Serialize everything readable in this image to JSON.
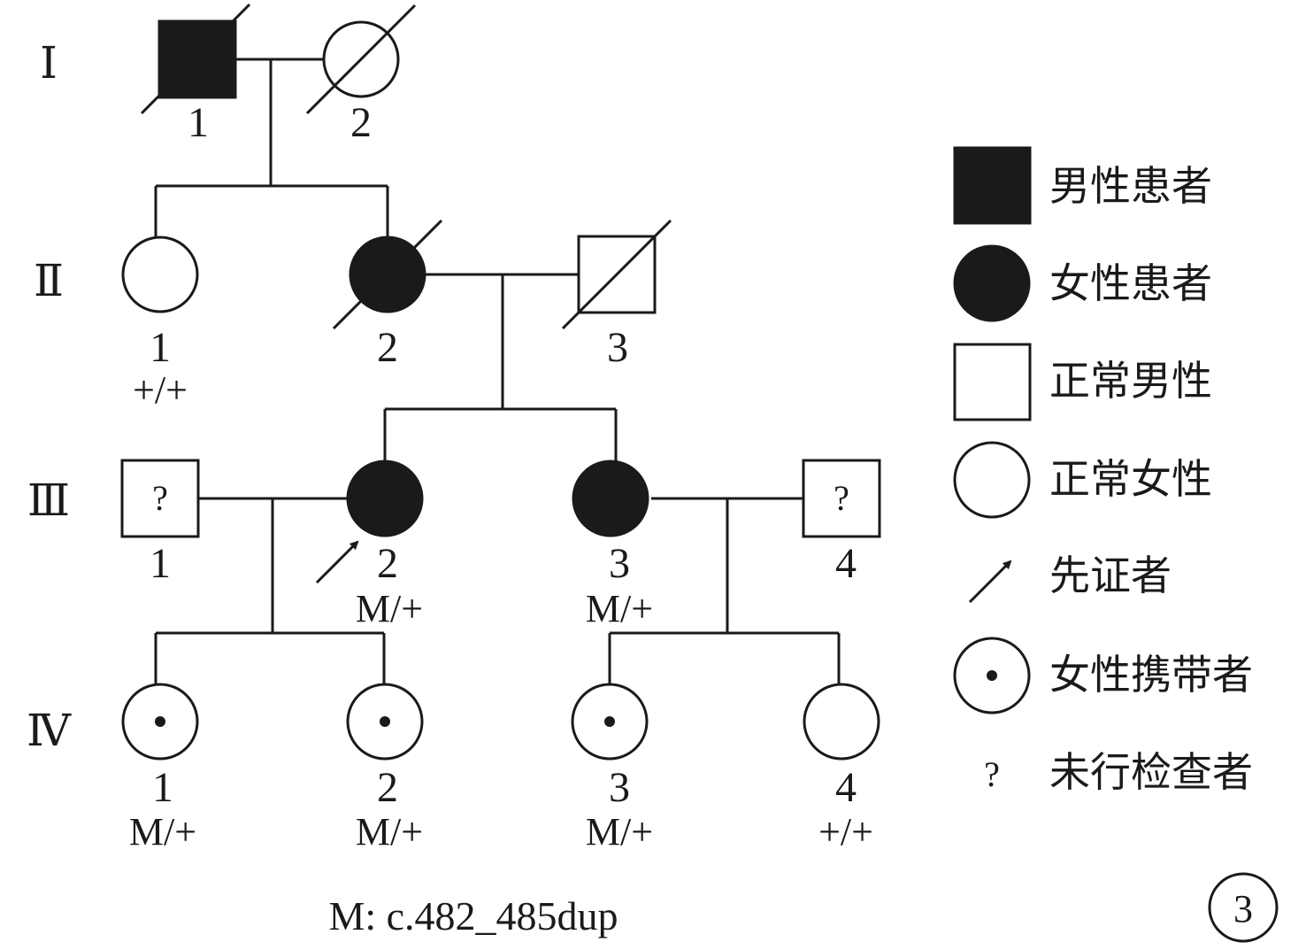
{
  "generations": [
    "Ⅰ",
    "Ⅱ",
    "Ⅲ",
    "Ⅳ"
  ],
  "individuals": {
    "I1": {
      "number": "1",
      "genotype": ""
    },
    "I2": {
      "number": "2",
      "genotype": ""
    },
    "II1": {
      "number": "1",
      "genotype": "+/+"
    },
    "II2": {
      "number": "2",
      "genotype": ""
    },
    "II3": {
      "number": "3",
      "genotype": ""
    },
    "III1": {
      "number": "1",
      "genotype": "",
      "mark": "?"
    },
    "III2": {
      "number": "2",
      "genotype": "M/+"
    },
    "III3": {
      "number": "3",
      "genotype": "M/+"
    },
    "III4": {
      "number": "4",
      "genotype": "",
      "mark": "?"
    },
    "IV1": {
      "number": "1",
      "genotype": "M/+"
    },
    "IV2": {
      "number": "2",
      "genotype": "M/+"
    },
    "IV3": {
      "number": "3",
      "genotype": "M/+"
    },
    "IV4": {
      "number": "4",
      "genotype": "+/+"
    }
  },
  "legend": {
    "affected_male": "男性患者",
    "affected_female": "女性患者",
    "normal_male": "正常男性",
    "normal_female": "正常女性",
    "proband": "先证者",
    "female_carrier": "女性携带者",
    "not_tested_symbol": "?",
    "not_tested": "未行检查者"
  },
  "footnote": "M: c.482_485dup",
  "panel_label": "3"
}
